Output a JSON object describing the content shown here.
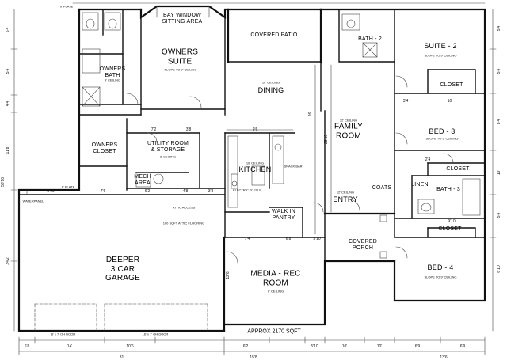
{
  "rooms": {
    "owners_suite": "OWNERS\nSUITE",
    "bay_window": "BAY WINDOW\nSITTING AREA",
    "owners_bath": "OWNERS\nBATH",
    "owners_closet": "OWNERS\nCLOSET",
    "utility": "UTILITY ROOM\n& STORAGE",
    "kitchen": "KITCHEN",
    "dining": "DINING",
    "covered_patio": "COVERED PATIO",
    "family_room": "FAMILY\nROOM",
    "entry": "ENTRY",
    "covered_porch": "COVERED\nPORCH",
    "walk_in_pantry": "WALK IN\nPANTRY",
    "media_rec": "MEDIA - REC\nROOM",
    "garage": "DEEPER\n3 CAR\nGARAGE",
    "suite_2": "SUITE - 2",
    "bath_2": "BATH - 2",
    "bed_3": "BED - 3",
    "bath_3": "BATH - 3",
    "bed_4": "BED - 4",
    "closet": "CLOSET",
    "coats": "COATS",
    "linen": "LINEN",
    "mech": "MECH\nAREA"
  },
  "notes": {
    "sloped_ceiling": "SLOPE TO 9' CEILING",
    "ceiling_9": "9' CEILING",
    "ceiling_10": "10' CEILING",
    "ceiling_12": "12' CEILING",
    "ceiling_8": "8' CEILING",
    "electric": "ELECTRIC TO ISLE",
    "snack_bar": "SNACK BAR",
    "attic_access": "ATTIC ACCESS",
    "attic_flooring": "100 SQFT ATTIC FLOORING",
    "garage_door_a": "8' x 7' OH DOOR",
    "garage_door_b": "16' x 7' OH DOOR",
    "plate_9": "9' PLATE",
    "plate_8": "8' PLATE",
    "waterpanel": "WATERPANEL"
  },
  "dimensions": {
    "bottom": [
      "6'6",
      "14'",
      "10'6",
      "6'2",
      "15'8",
      "5'10",
      "10'",
      "10'",
      "6'9",
      "6'9"
    ],
    "bottom_total_left": "31'",
    "bottom_total_right": "13'6",
    "left": [
      "5'4",
      "5'4",
      "4'4",
      "11'8",
      "50'10",
      "24'2"
    ],
    "right": [
      "5'4",
      "5'4",
      "8'4",
      "10'",
      "5'4",
      "6'10"
    ],
    "interior": [
      "26'",
      "23'10",
      "9'6",
      "7'2",
      "3'8",
      "8'10",
      "7'6",
      "6'2",
      "4'8",
      "3'8",
      "12'6",
      "7'4",
      "6'8",
      "3'10",
      "9'10",
      "3'4",
      "10'",
      "2'4"
    ]
  },
  "footer": {
    "area": "APPROX 2170 SQFT"
  },
  "colors": {
    "line": "#111111",
    "thin": "#444444",
    "background": "#ffffff"
  }
}
